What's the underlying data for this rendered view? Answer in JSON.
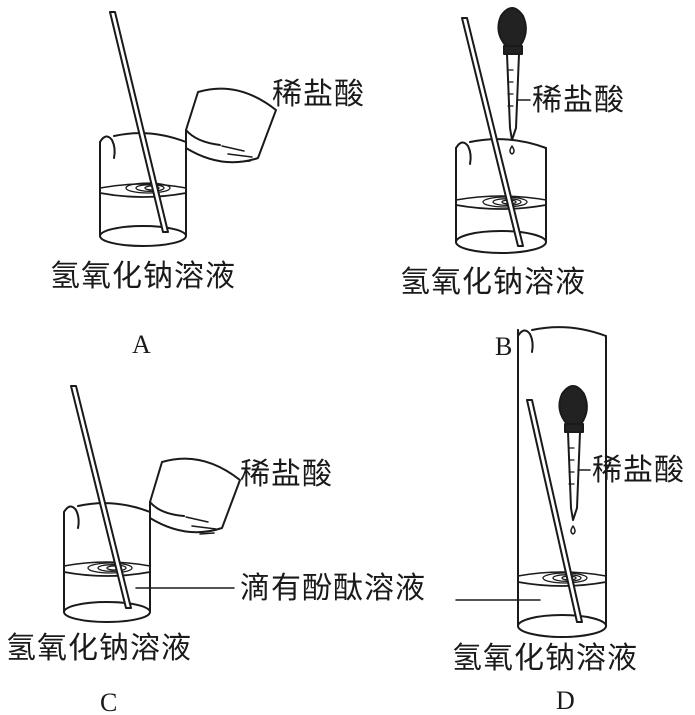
{
  "panels": [
    {
      "id": "A",
      "letter": "A",
      "reagent": "稀盐酸",
      "solution": "氢氧化钠溶液"
    },
    {
      "id": "B",
      "letter": "B",
      "reagent": "稀盐酸",
      "solution": "氢氧化钠溶液"
    },
    {
      "id": "C",
      "letter": "C",
      "reagent": "稀盐酸",
      "solution": "氢氧化钠溶液",
      "indicator": "滴有酚酞溶液"
    },
    {
      "id": "D",
      "letter": "D",
      "reagent": "稀盐酸",
      "solution": "氢氧化钠溶液"
    }
  ],
  "colors": {
    "line": "#1a1a1a",
    "background": "#ffffff"
  }
}
